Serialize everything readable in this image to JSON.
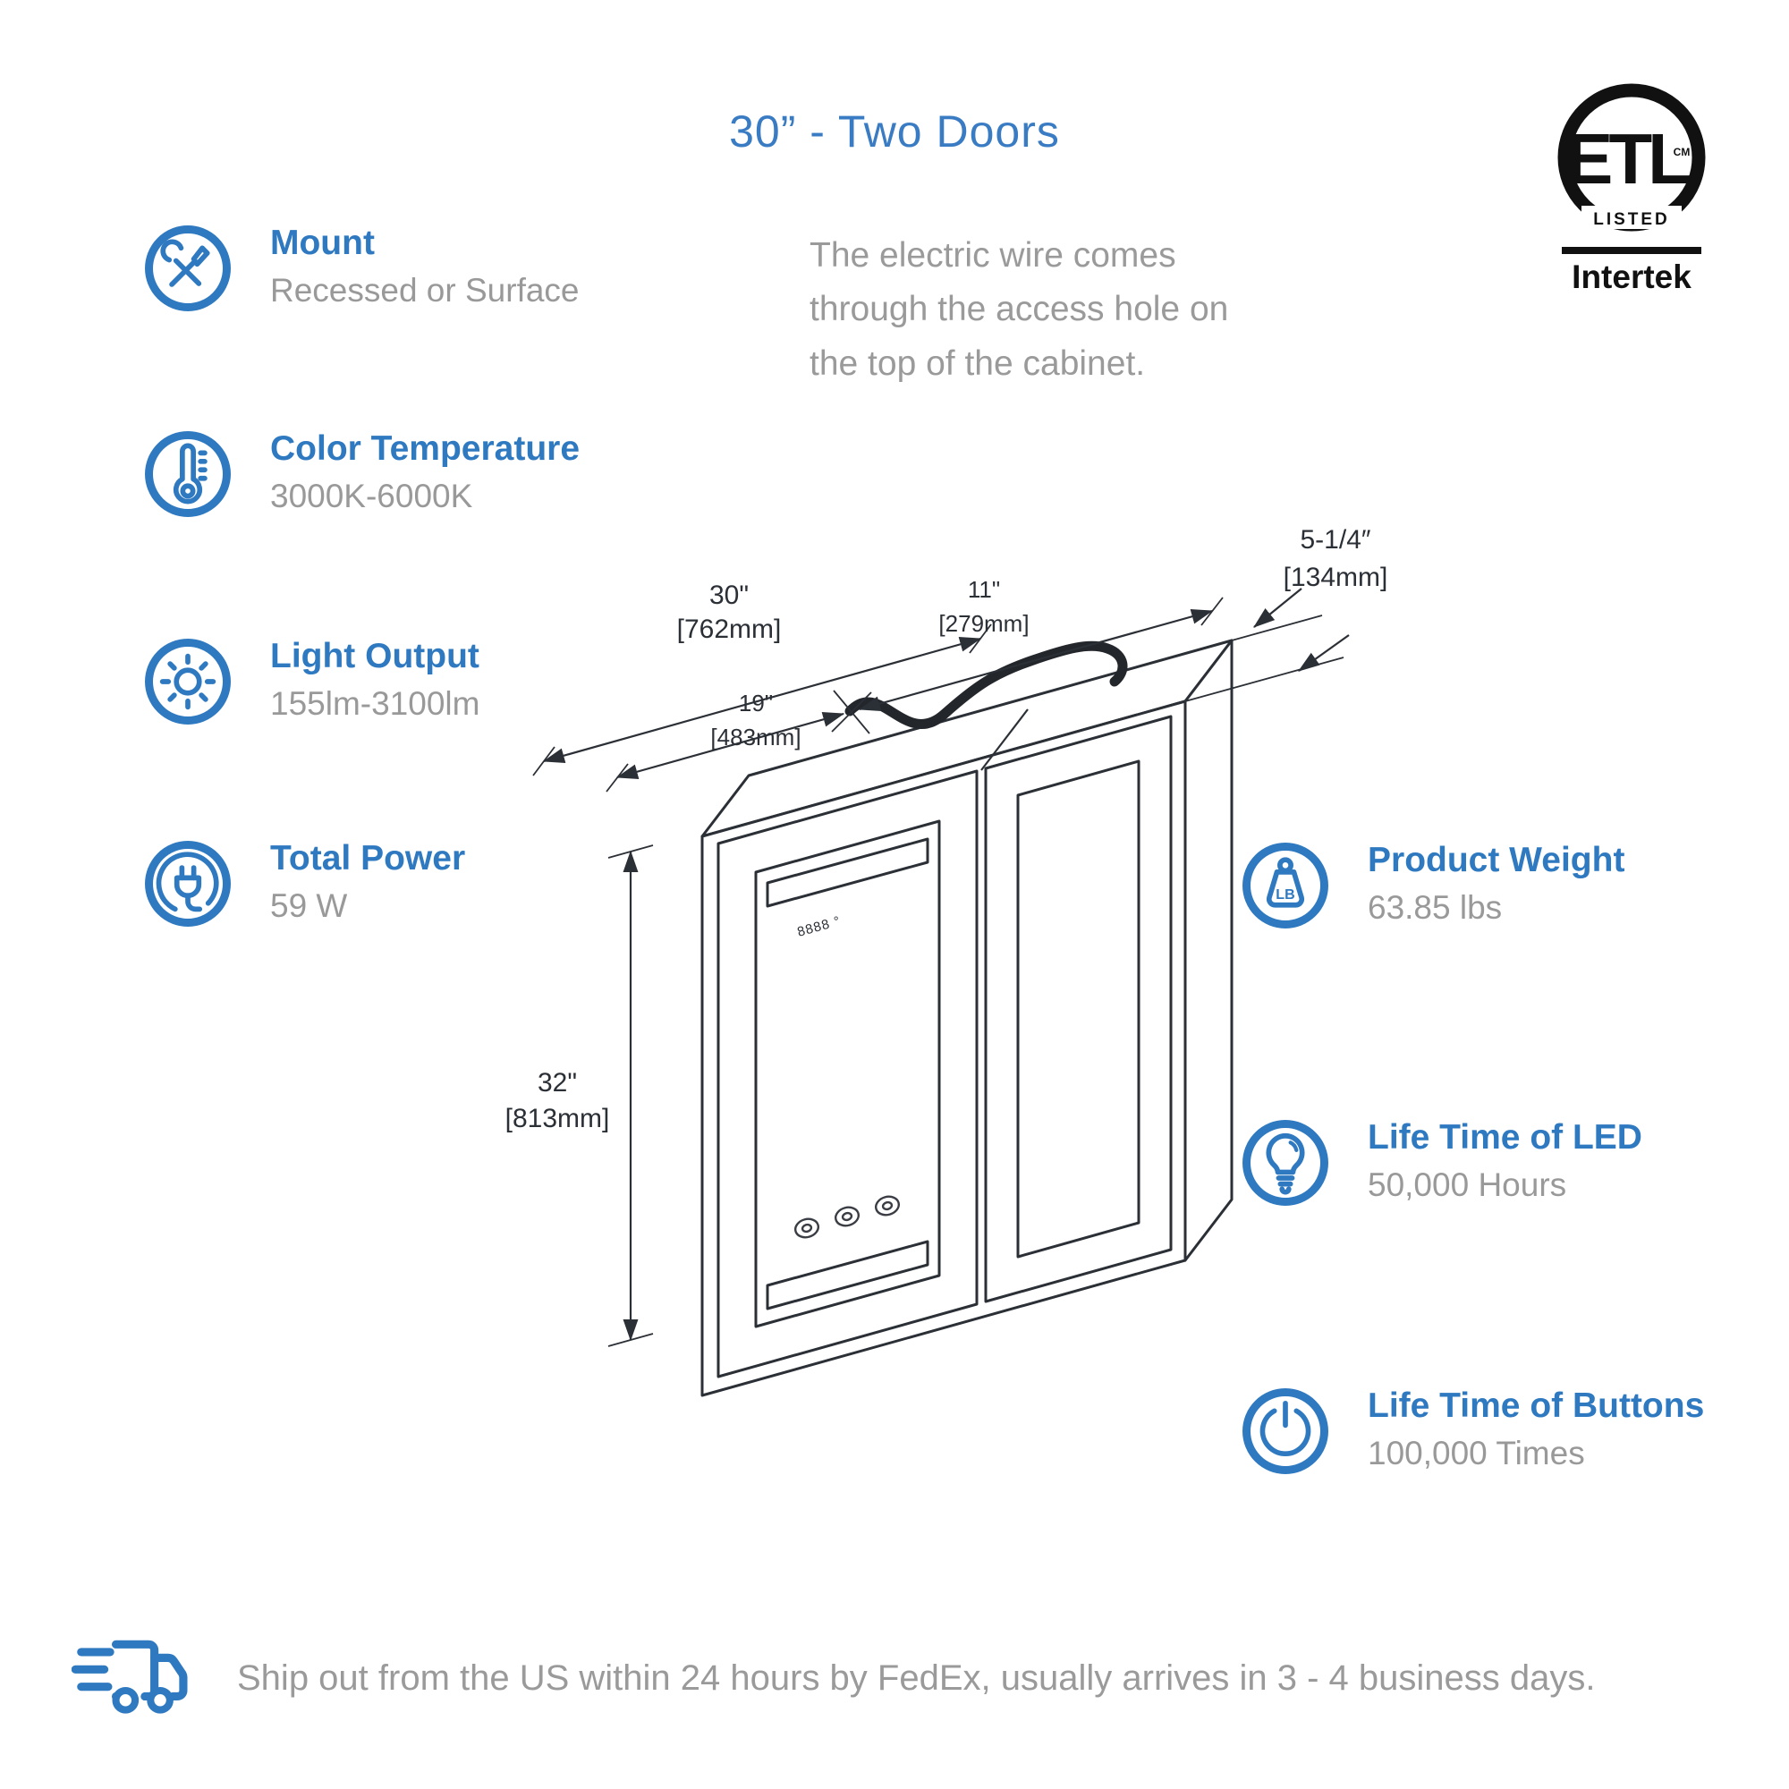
{
  "title": "30” - Two Doors",
  "colors": {
    "accent": "#2e79c0",
    "text_gray": "#999999",
    "line_dark": "#2b2f36"
  },
  "certification": {
    "mark": "ETL",
    "sub_mark": "LISTED",
    "small_mark": "CM",
    "brand": "Intertek"
  },
  "note": "The electric wire comes through the access hole on the top of the cabinet.",
  "features_left": [
    {
      "label": "Mount",
      "value": "Recessed or Surface",
      "icon": "tools-icon"
    },
    {
      "label": "Color Temperature",
      "value": "3000K-6000K",
      "icon": "thermometer-icon"
    },
    {
      "label": "Light Output",
      "value": "155lm-3100lm",
      "icon": "sun-icon"
    },
    {
      "label": "Total Power",
      "value": "59 W",
      "icon": "plug-icon"
    }
  ],
  "features_right": [
    {
      "label": "Product Weight",
      "value": "63.85 lbs",
      "icon": "weight-lb-icon"
    },
    {
      "label": "Life Time of LED",
      "value": "50,000 Hours",
      "icon": "bulb-icon"
    },
    {
      "label": "Life Time of Buttons",
      "value": "100,000 Times",
      "icon": "power-icon"
    }
  ],
  "dimensions": {
    "width_in": "30\"",
    "width_mm": "[762mm]",
    "left_in": "19\"",
    "left_mm": "[483mm]",
    "right_in": "11\"",
    "right_mm": "[279mm]",
    "depth_in": "5-1/4″",
    "depth_mm": "[134mm]",
    "height_in": "32\"",
    "height_mm": "[813mm]"
  },
  "cabinet": {
    "display_text": "8888 °"
  },
  "shipping": "Ship out from the US within 24 hours by FedEx, usually arrives in 3 - 4 business days."
}
